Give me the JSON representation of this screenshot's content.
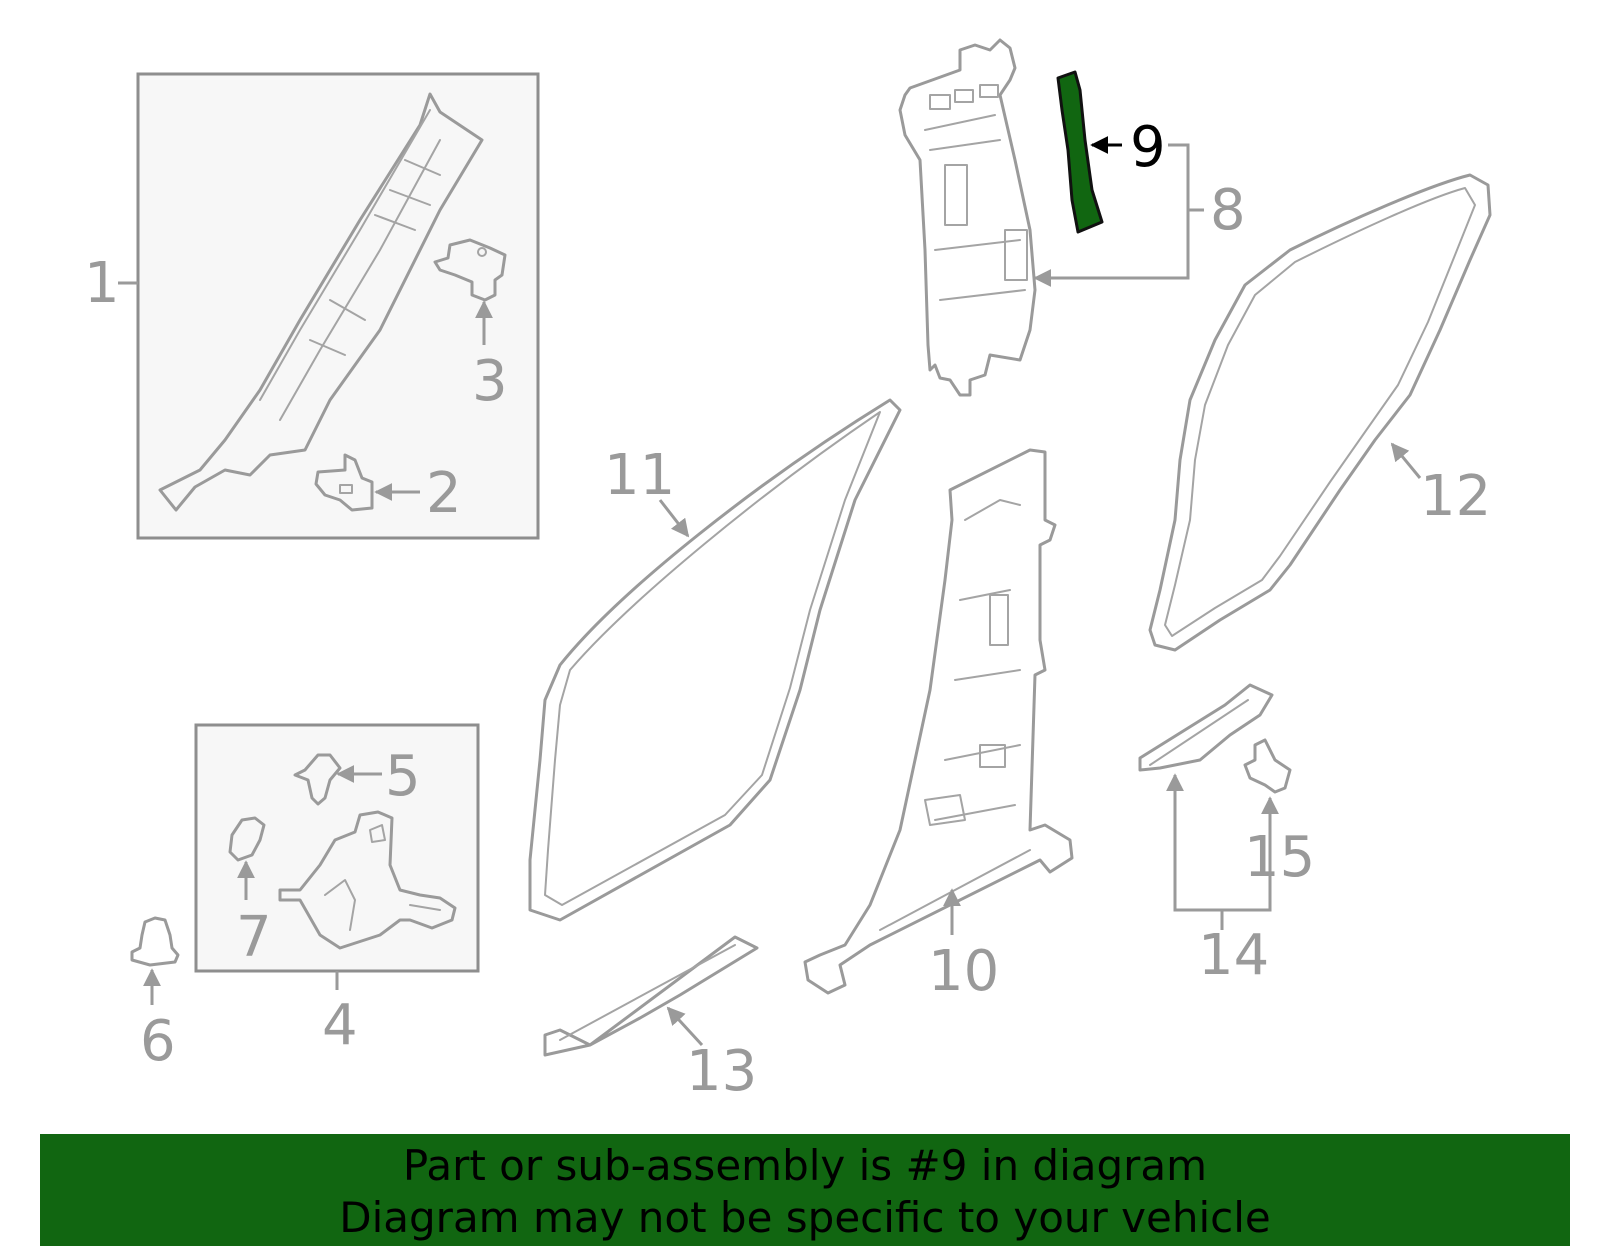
{
  "callouts": {
    "c1": "1",
    "c2": "2",
    "c3": "3",
    "c4": "4",
    "c5": "5",
    "c6": "6",
    "c7": "7",
    "c8": "8",
    "c9": "9",
    "c10": "10",
    "c11": "11",
    "c12": "12",
    "c13": "13",
    "c14": "14",
    "c15": "15"
  },
  "highlight": {
    "part_number": "9",
    "color": "#116611"
  },
  "colors": {
    "line": "#9a9a9a",
    "banner": "#116611",
    "highlight_text": "#000000"
  },
  "banner": {
    "line1": "Part or sub-assembly is #9 in diagram",
    "line2": "Diagram may not be specific to your vehicle"
  }
}
